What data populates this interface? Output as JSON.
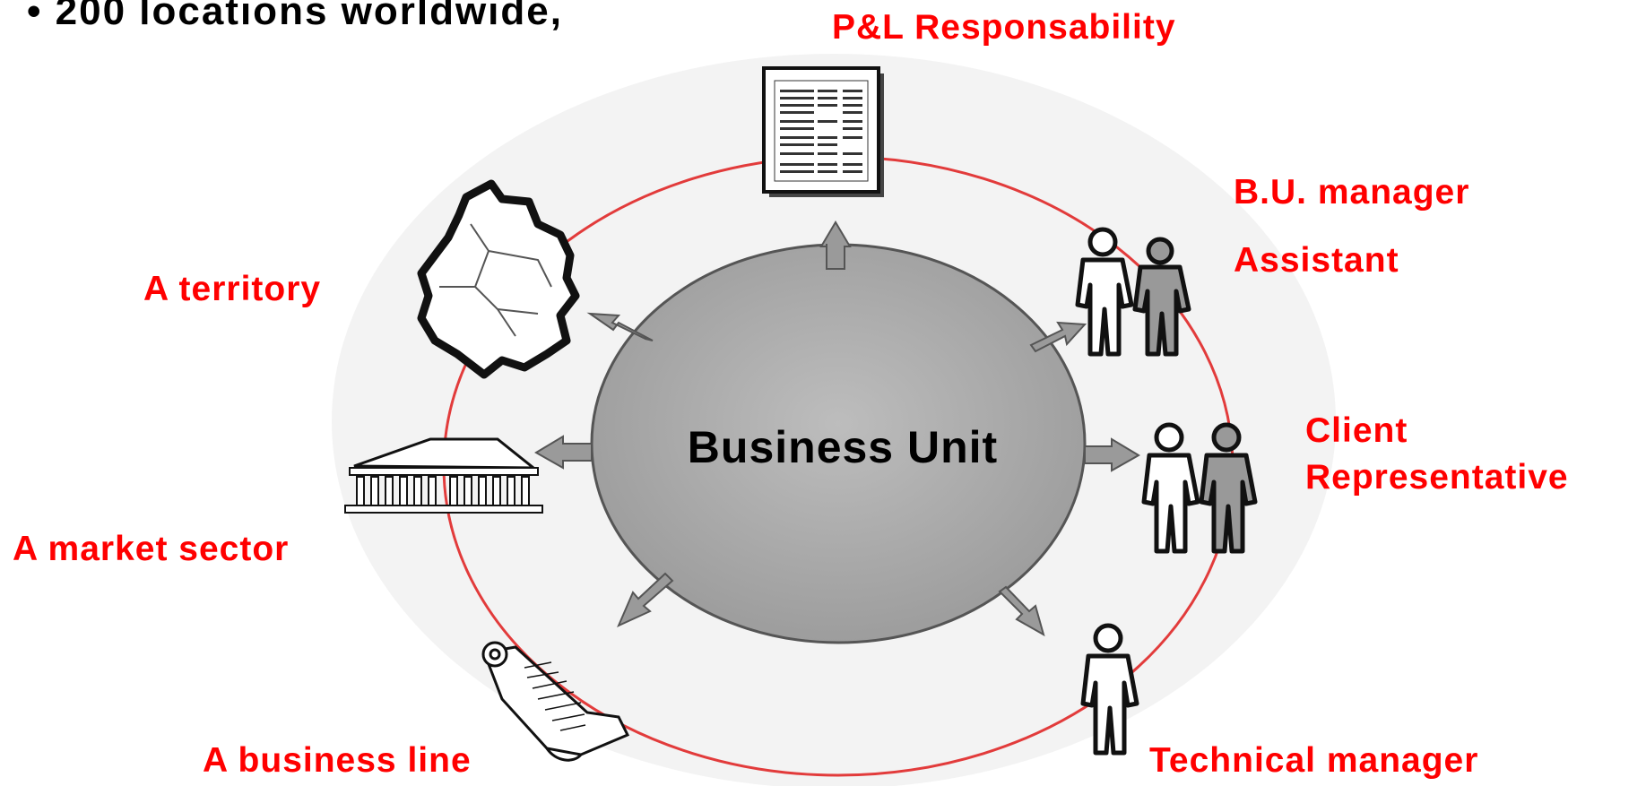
{
  "bullet": "• 200 locations worldwide,",
  "center": "Business Unit",
  "labels": {
    "pl": "P&L Responsability",
    "bu_manager": "B.U. manager",
    "assistant": "Assistant",
    "territory": "A territory",
    "client": "Client",
    "representative": "Representative",
    "market": "A market sector",
    "business_line": "A business line",
    "tech_manager": "Technical manager"
  },
  "colors": {
    "label": "#ff0000",
    "ring": "#e23b3b",
    "disk": "#a9a9a9"
  }
}
